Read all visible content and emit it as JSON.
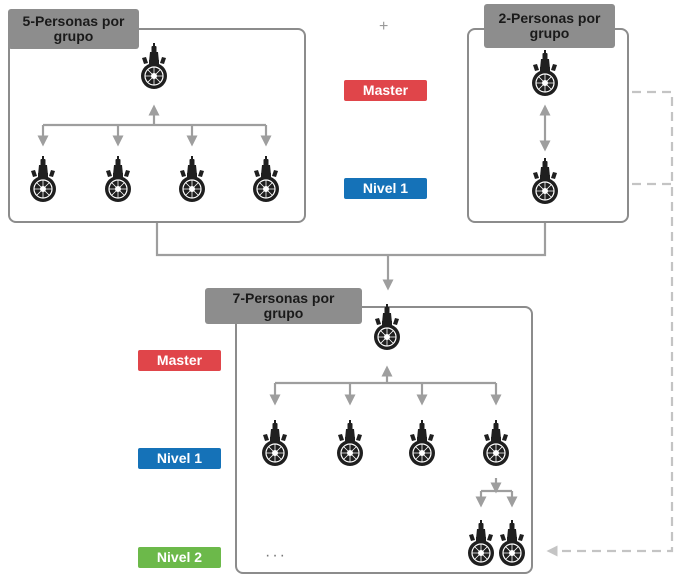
{
  "groups": {
    "five": {
      "title": "5-Personas por grupo"
    },
    "two": {
      "title": "2-Personas por grupo"
    },
    "seven": {
      "title": "7-Personas por grupo"
    }
  },
  "levels": {
    "master": {
      "label": "Master",
      "color": "#e0454a"
    },
    "nivel1": {
      "label": "Nivel 1",
      "color": "#1572b8"
    },
    "nivel2": {
      "label": "Nivel 2",
      "color": "#6cb94a"
    }
  },
  "symbols": {
    "plus": "+",
    "ellipsis": "···"
  },
  "icons": {
    "device": "headset-intercom-icon"
  },
  "colors": {
    "line": "#9e9e9e",
    "dashed": "#c4c4c4",
    "device": "#1f1f1f"
  }
}
